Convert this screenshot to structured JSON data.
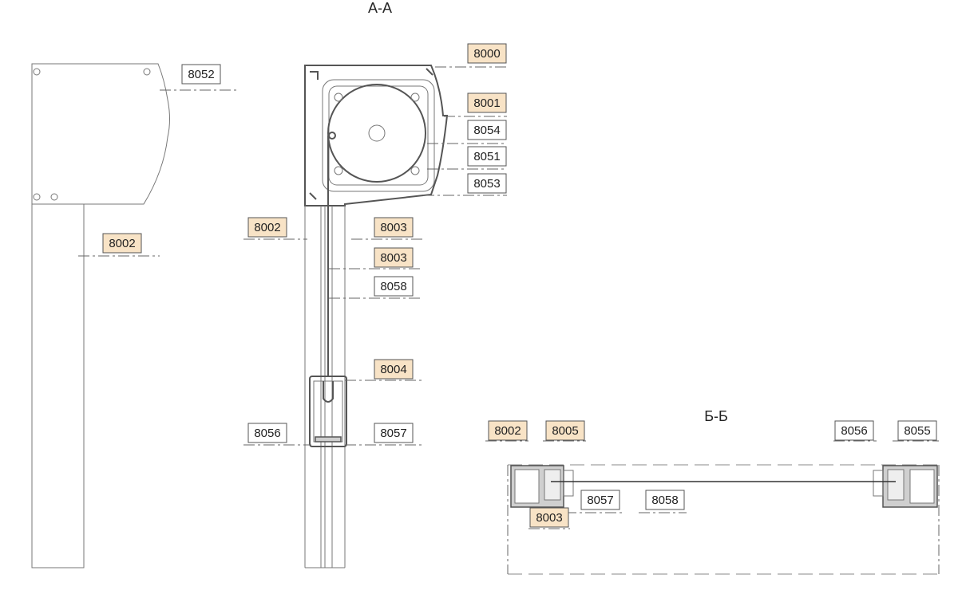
{
  "titles": {
    "section_a": "А-А",
    "section_b": "Б-Б"
  },
  "colors": {
    "highlight_fill": "#f8e3c6",
    "plain_fill": "#ffffff",
    "line": "#555555"
  },
  "labels": [
    {
      "text": "8052",
      "highlighted": false
    },
    {
      "text": "8000",
      "highlighted": true
    },
    {
      "text": "8001",
      "highlighted": true
    },
    {
      "text": "8054",
      "highlighted": false
    },
    {
      "text": "8051",
      "highlighted": false
    },
    {
      "text": "8053",
      "highlighted": false
    },
    {
      "text": "8002",
      "highlighted": true
    },
    {
      "text": "8002",
      "highlighted": true
    },
    {
      "text": "8003",
      "highlighted": true
    },
    {
      "text": "8003",
      "highlighted": true
    },
    {
      "text": "8058",
      "highlighted": false
    },
    {
      "text": "8004",
      "highlighted": true
    },
    {
      "text": "8056",
      "highlighted": false
    },
    {
      "text": "8057",
      "highlighted": false
    },
    {
      "text": "8002",
      "highlighted": true
    },
    {
      "text": "8005",
      "highlighted": true
    },
    {
      "text": "8056",
      "highlighted": false
    },
    {
      "text": "8055",
      "highlighted": false
    },
    {
      "text": "8057",
      "highlighted": false
    },
    {
      "text": "8058",
      "highlighted": false
    },
    {
      "text": "8003",
      "highlighted": true
    }
  ]
}
